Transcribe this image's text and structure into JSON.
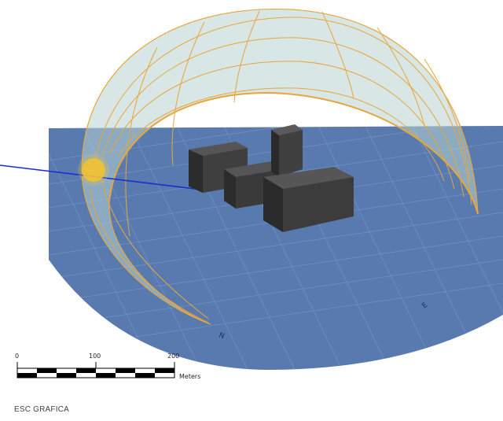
{
  "ring_labels": [
    "N",
    "E"
  ],
  "scale": {
    "ticks": [
      "0",
      "100",
      "200"
    ],
    "unit": "Meters",
    "caption": "ESC GRAFICA"
  },
  "colors": {
    "ground": "#4a6fa8",
    "sky_dome": "#b8d2cf",
    "sun_path": "#e8a63a",
    "sun": "#f1c232",
    "building": "#3f3f3f",
    "sun_ray": "#1b2fd0"
  }
}
